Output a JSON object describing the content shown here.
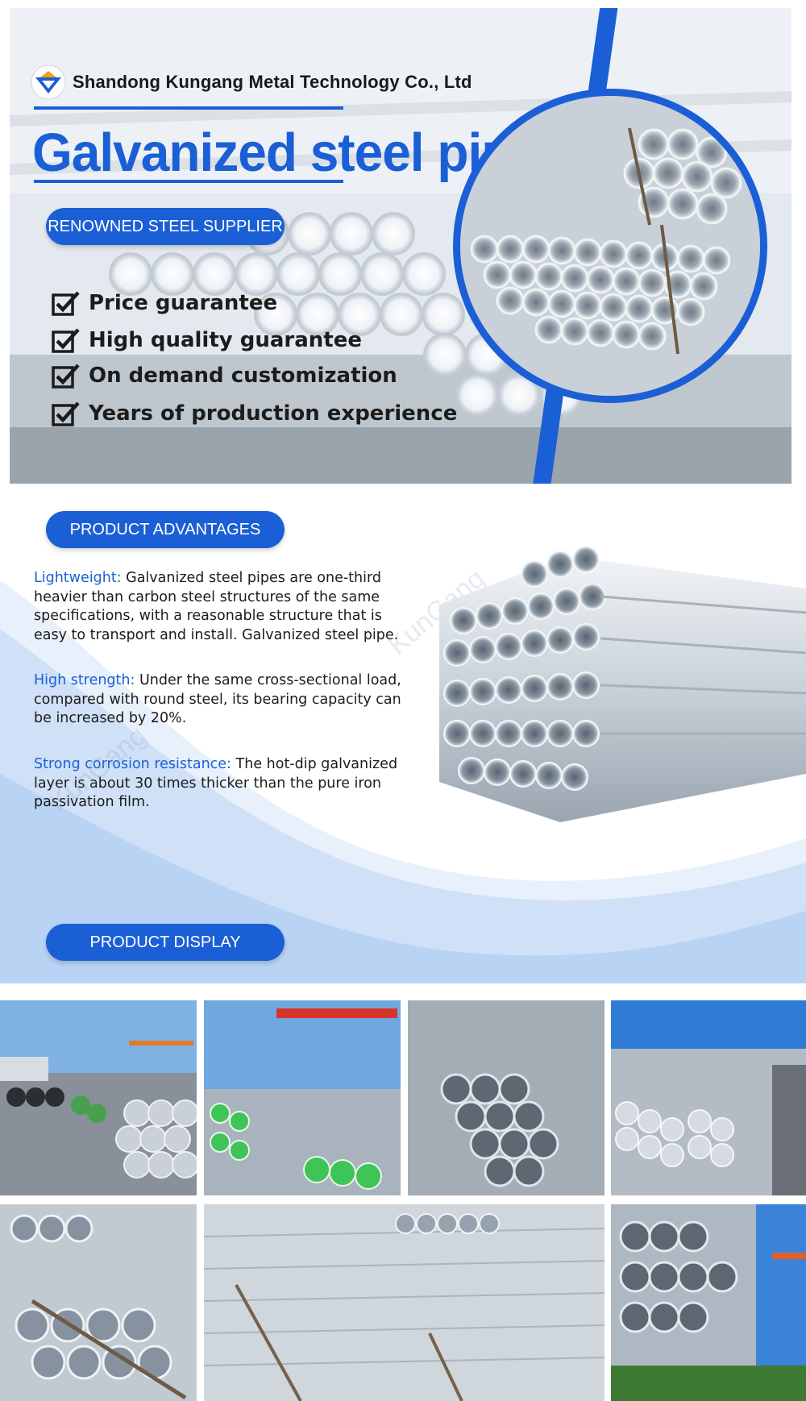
{
  "company": {
    "name": "Shandong Kungang Metal Technology Co., Ltd",
    "logo": "company-logo"
  },
  "hero": {
    "title": "Galvanized steel pipe",
    "supplier_badge": "RENOWNED STEEL SUPPLIER",
    "features": [
      "Price guarantee",
      "High quality guarantee",
      "On demand customization",
      "Years of production experience"
    ]
  },
  "advantages": {
    "heading": "PRODUCT ADVANTAGES",
    "items": [
      {
        "label": "Lightweight:",
        "text": " Galvanized steel pipes are one-third heavier than carbon steel structures of the same specifications, with a reasonable structure that is easy to transport and install. Galvanized steel pipe."
      },
      {
        "label": "High strength:",
        "text": " Under the same cross-sectional load, compared with round steel, its bearing capacity can be increased by 20%."
      },
      {
        "label": "Strong corrosion resistance:",
        "text": " The hot-dip galvanized layer is about 30 times thicker than the pure iron passivation film."
      }
    ]
  },
  "display": {
    "heading": "PRODUCT DISPLAY"
  },
  "watermarks": [
    "KunGang",
    "KunGang"
  ],
  "colors": {
    "accent": "#1b5fd6",
    "text": "#1c1c1c",
    "wave": "#cfe0f7"
  },
  "icons": [
    "check-box-icon",
    "company-logo-icon"
  ]
}
